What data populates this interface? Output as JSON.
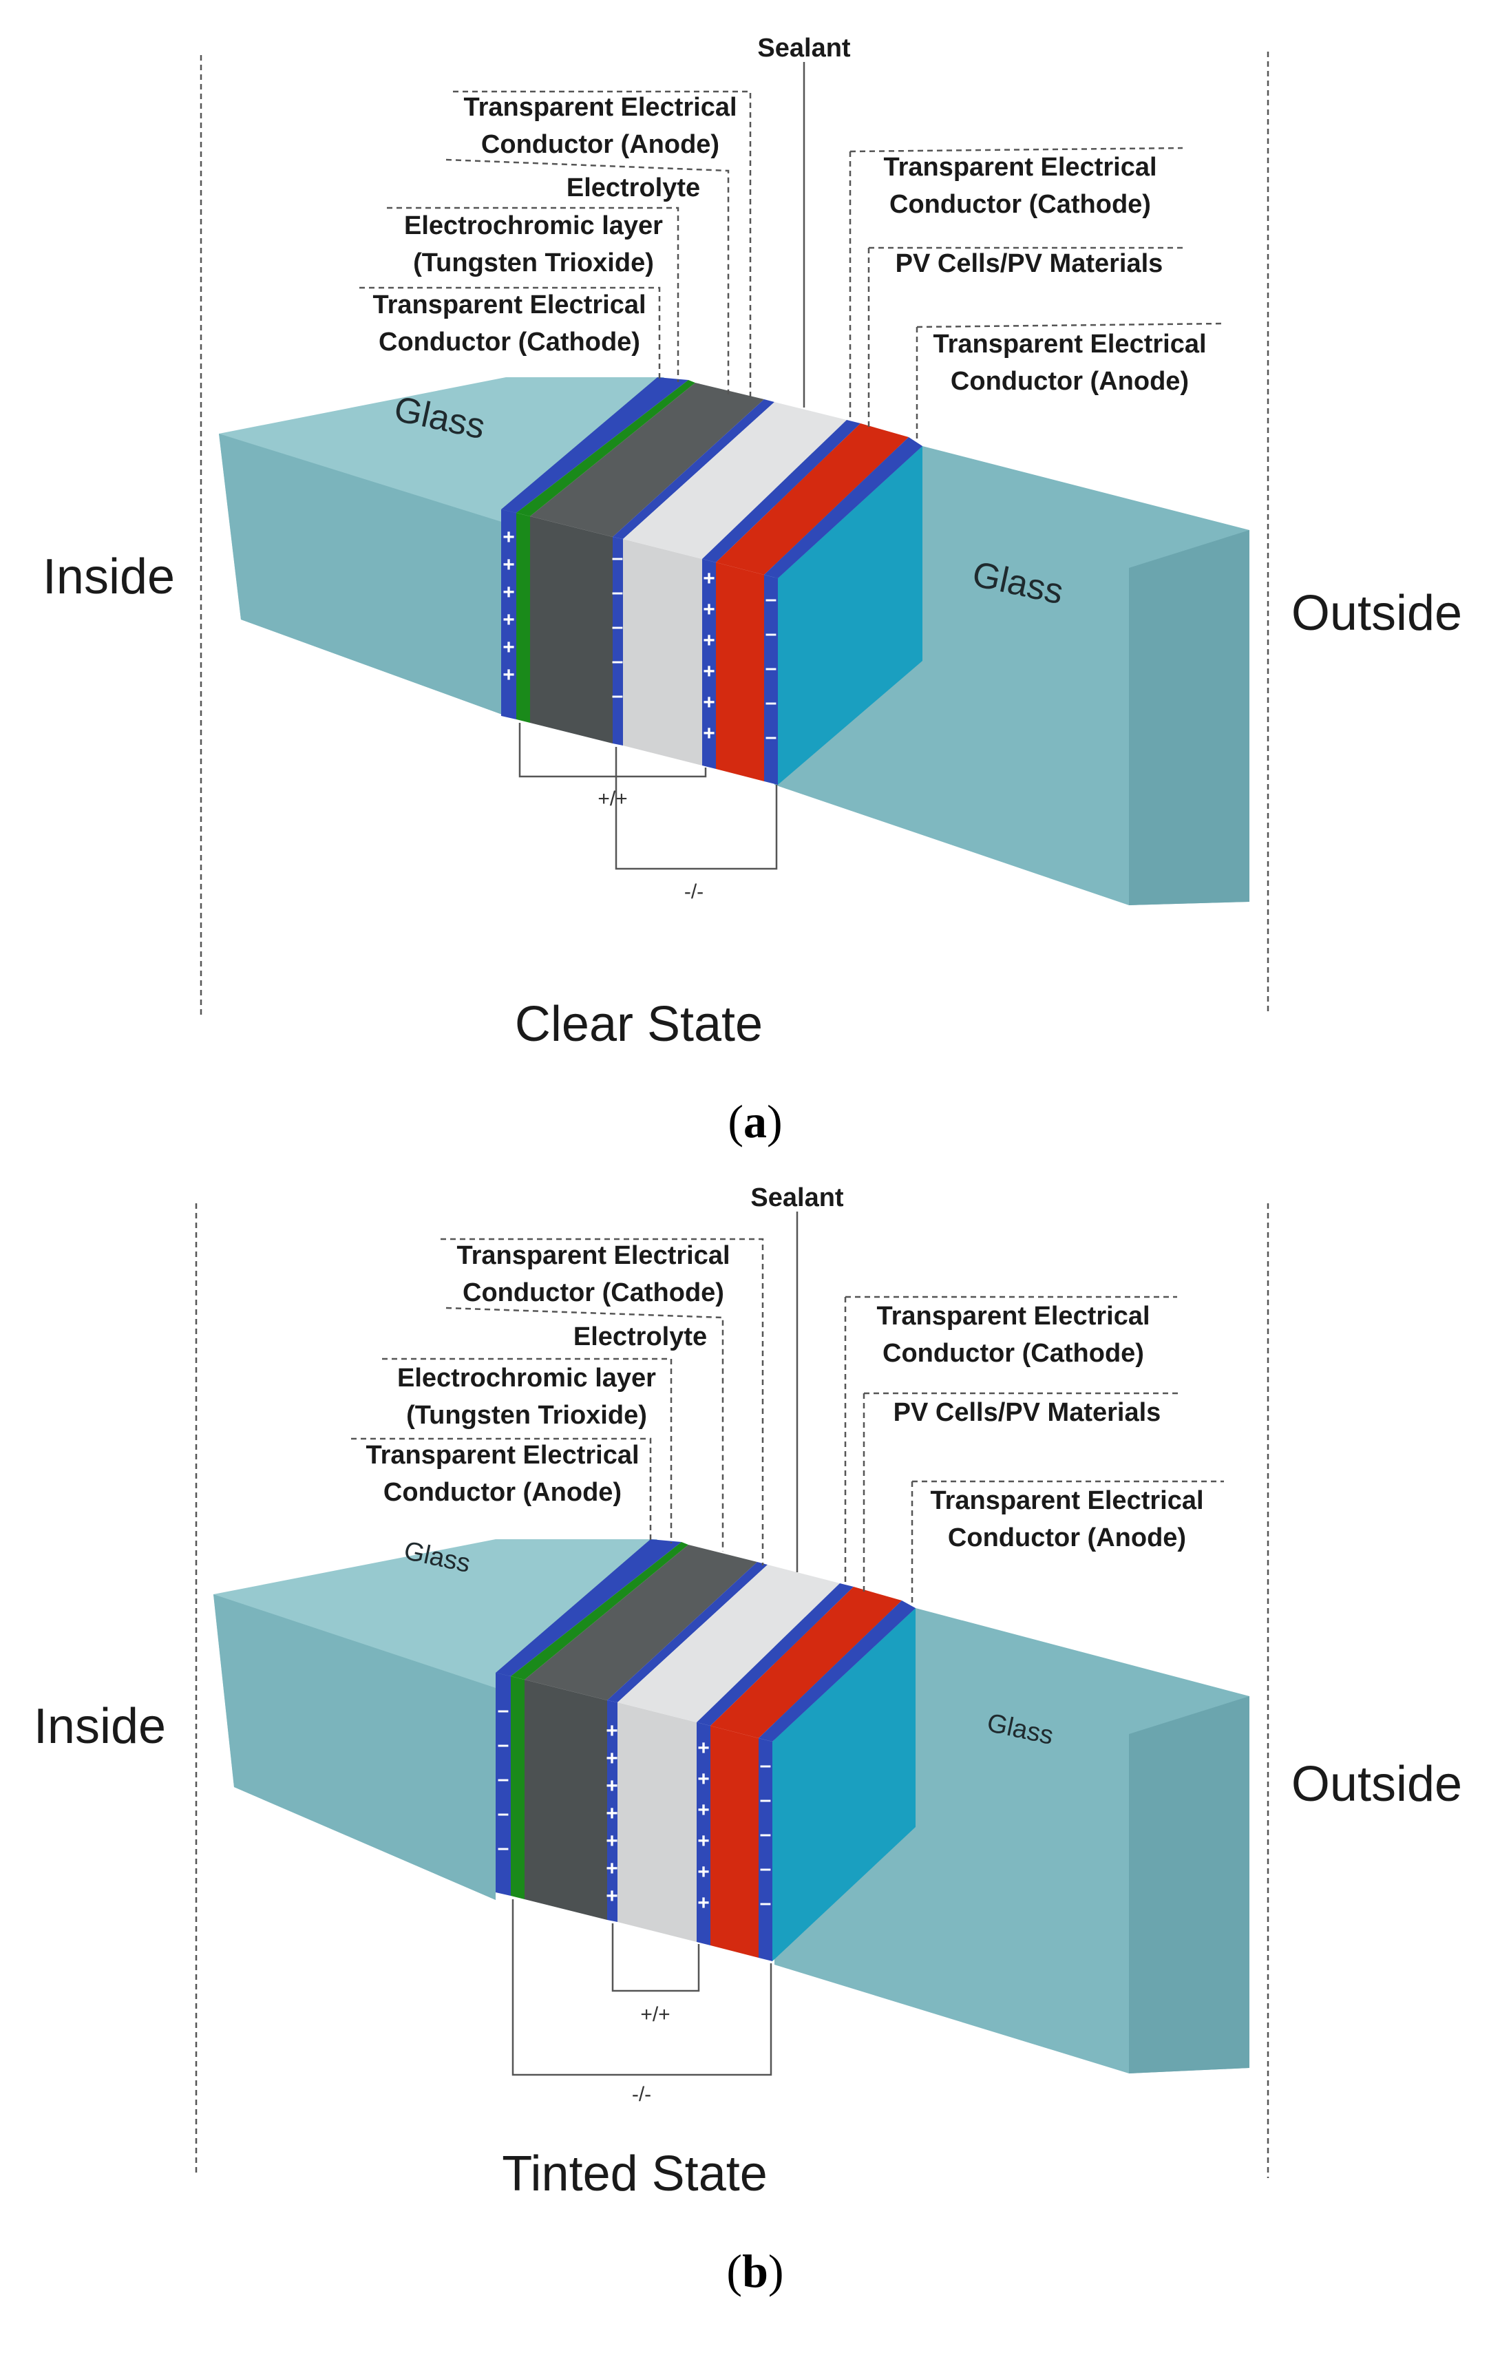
{
  "panels": [
    {
      "id": "a",
      "state_label": "Clear State",
      "caption_letter": "a",
      "inside_label": "Inside",
      "outside_label": "Outside",
      "glass_left": "Glass",
      "glass_right": "Glass",
      "layer_labels": {
        "sealant": "Sealant",
        "tec_top_1": "Transparent Electrical",
        "tec_top_2": "Conductor (Anode)",
        "electrolyte": "Electrolyte",
        "ec_1": "Electrochromic layer",
        "ec_2": "(Tungsten Trioxide)",
        "tec_left_1": "Transparent Electrical",
        "tec_left_2": "Conductor (Cathode)",
        "tec_right_1": "Transparent Electrical",
        "tec_right_2": "Conductor (Cathode)",
        "pv": "PV Cells/PV Materials",
        "tec_out_1": "Transparent Electrical",
        "tec_out_2": "Conductor (Anode)"
      },
      "polarity_upper": "+/+",
      "polarity_lower": "-/-"
    },
    {
      "id": "b",
      "state_label": "Tinted State",
      "caption_letter": "b",
      "inside_label": "Inside",
      "outside_label": "Outside",
      "glass_left": "Glass",
      "glass_right": "Glass",
      "layer_labels": {
        "sealant": "Sealant",
        "tec_top_1": "Transparent Electrical",
        "tec_top_2": "Conductor (Cathode)",
        "electrolyte": "Electrolyte",
        "ec_1": "Electrochromic layer",
        "ec_2": "(Tungsten Trioxide)",
        "tec_left_1": "Transparent Electrical",
        "tec_left_2": "Conductor (Anode)",
        "tec_right_1": "Transparent Electrical",
        "tec_right_2": "Conductor (Cathode)",
        "pv": "PV Cells/PV Materials",
        "tec_out_1": "Transparent Electrical",
        "tec_out_2": "Conductor (Anode)"
      },
      "polarity_upper": "+/+",
      "polarity_lower": "-/-"
    }
  ],
  "colors": {
    "glass_front": "#7fb9c1",
    "glass_top": "#a9d3d8",
    "glass_side": "#6aa9b2",
    "conductor": "#2f49b8",
    "electrochromic": "#1a8a1a",
    "electrochromic_region": "#4c5152",
    "electrolyte": "#d2d3d4",
    "pv": "#d42a10",
    "outer_glass_blue": "#1a9fc0"
  }
}
